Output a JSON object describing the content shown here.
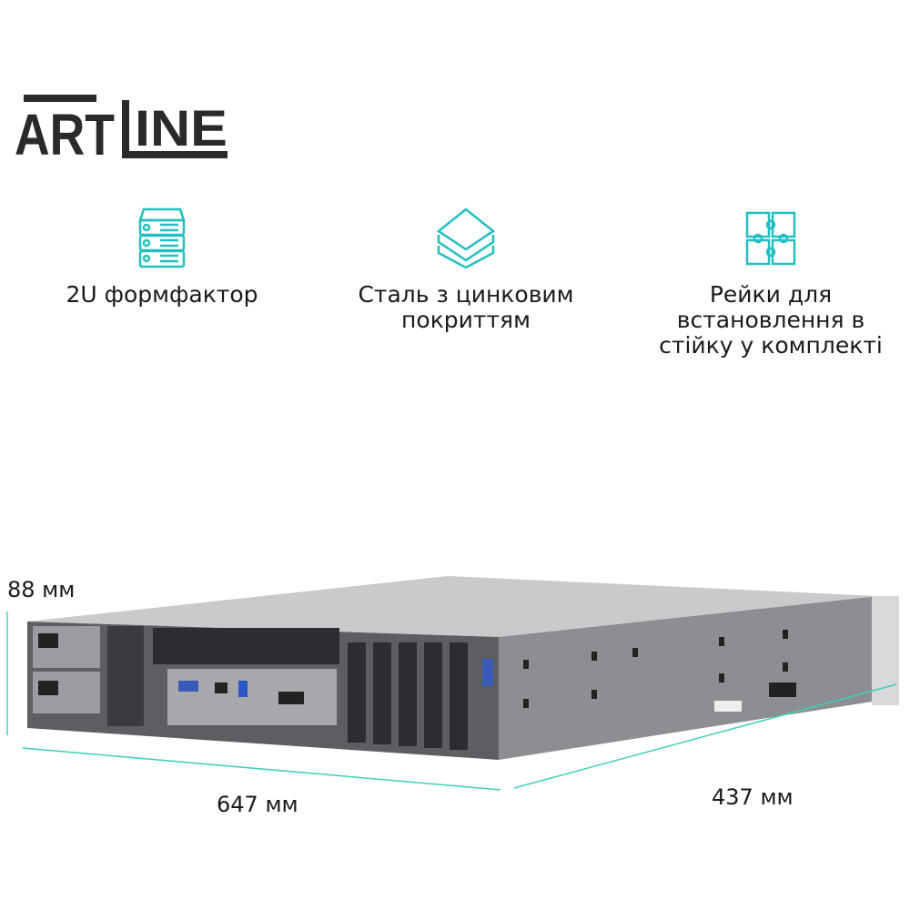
{
  "brand": {
    "logo_text": "ARTLINE"
  },
  "features": [
    {
      "icon": "server-rack-icon",
      "lines": [
        "2U формфактор"
      ]
    },
    {
      "icon": "layers-icon",
      "lines": [
        "Сталь з цинковим",
        "покриттям"
      ]
    },
    {
      "icon": "puzzle-icon",
      "lines": [
        "Рейки для",
        "встановлення в",
        "стійку у комплекті"
      ]
    }
  ],
  "dimensions": {
    "height": "88 мм",
    "depth": "647 мм",
    "width": "437 мм"
  },
  "colors": {
    "accent": "#2ec4b6",
    "accent2": "#1fb8c9",
    "logo": "#2a2a2a"
  }
}
